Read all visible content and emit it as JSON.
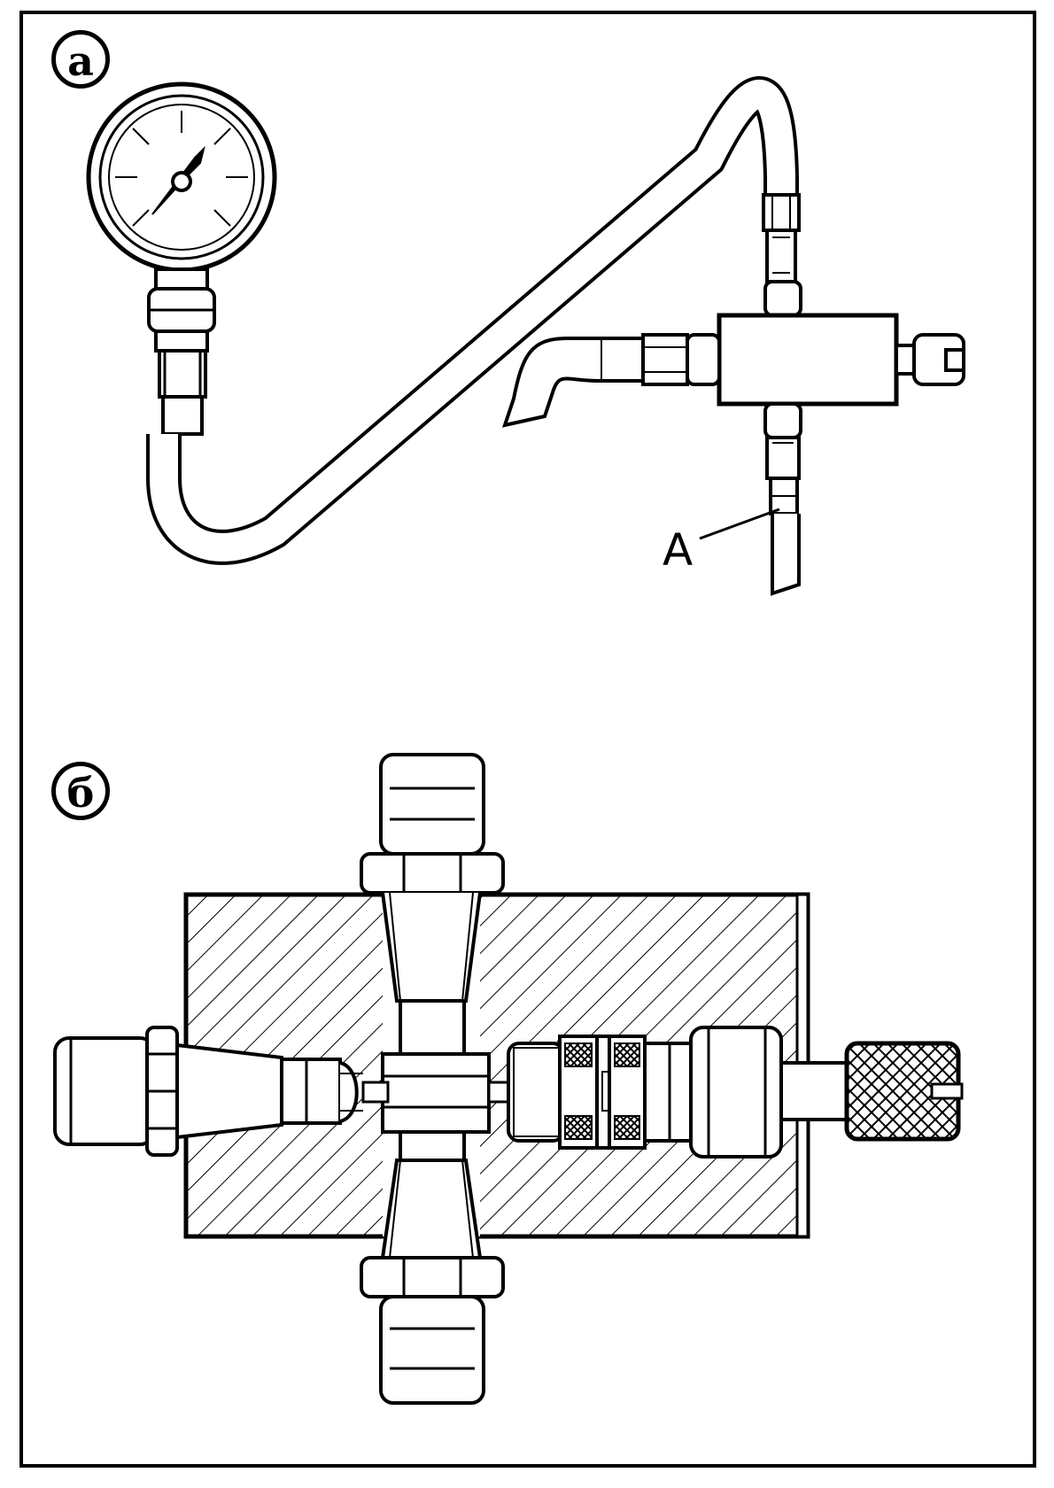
{
  "panels": [
    {
      "label": "а"
    },
    {
      "label": "б"
    }
  ],
  "callouts": [
    {
      "text": "А"
    }
  ],
  "colors": {
    "ink": "#000000",
    "paper": "#ffffff"
  }
}
